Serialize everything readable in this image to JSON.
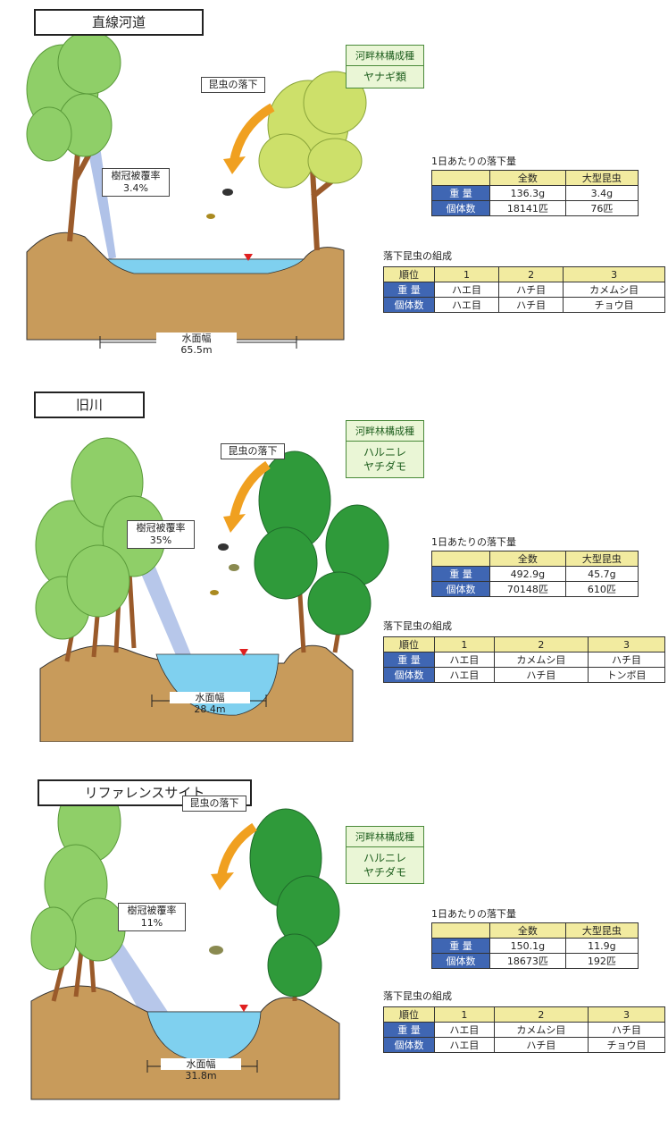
{
  "colors": {
    "bank": "#c89b5b",
    "water": "#7fd0ef",
    "tree_light": "#8fcf68",
    "tree_dark": "#2f9a3a",
    "arrow": "#f0a020",
    "header_fill": "#f2eba0",
    "rowhead_fill": "#3f66b3"
  },
  "panels": [
    {
      "title": "直線河道",
      "insect_fall_label": "昆虫の落下",
      "species_header": "河畔林構成種",
      "species_lines": [
        "ヤナギ類"
      ],
      "canopy_label": "樹冠被覆率",
      "canopy_value": "3.4%",
      "water_width_label": "水面幅",
      "water_width_value": "65.5m",
      "daily_caption": "1日あたりの落下量",
      "daily_headers": [
        "",
        "全数",
        "大型昆虫"
      ],
      "daily_rows": [
        [
          "重 量",
          "136.3g",
          "3.4g"
        ],
        [
          "個体数",
          "18141匹",
          "76匹"
        ]
      ],
      "comp_caption": "落下昆虫の組成",
      "comp_headers": [
        "順位",
        "1",
        "2",
        "3"
      ],
      "comp_rows": [
        [
          "重 量",
          "ハエ目",
          "ハチ目",
          "カメムシ目"
        ],
        [
          "個体数",
          "ハエ目",
          "ハチ目",
          "チョウ目"
        ]
      ]
    },
    {
      "title": "旧川",
      "insect_fall_label": "昆虫の落下",
      "species_header": "河畔林構成種",
      "species_lines": [
        "ハルニレ",
        "ヤチダモ"
      ],
      "canopy_label": "樹冠被覆率",
      "canopy_value": "35%",
      "water_width_label": "水面幅",
      "water_width_value": "28.4m",
      "daily_caption": "1日あたりの落下量",
      "daily_headers": [
        "",
        "全数",
        "大型昆虫"
      ],
      "daily_rows": [
        [
          "重 量",
          "492.9g",
          "45.7g"
        ],
        [
          "個体数",
          "70148匹",
          "610匹"
        ]
      ],
      "comp_caption": "落下昆虫の組成",
      "comp_headers": [
        "順位",
        "1",
        "2",
        "3"
      ],
      "comp_rows": [
        [
          "重 量",
          "ハエ目",
          "カメムシ目",
          "ハチ目"
        ],
        [
          "個体数",
          "ハエ目",
          "ハチ目",
          "トンボ目"
        ]
      ]
    },
    {
      "title": "リファレンスサイト",
      "insect_fall_label": "昆虫の落下",
      "species_header": "河畔林構成種",
      "species_lines": [
        "ハルニレ",
        "ヤチダモ"
      ],
      "canopy_label": "樹冠被覆率",
      "canopy_value": "11%",
      "water_width_label": "水面幅",
      "water_width_value": "31.8m",
      "daily_caption": "1日あたりの落下量",
      "daily_headers": [
        "",
        "全数",
        "大型昆虫"
      ],
      "daily_rows": [
        [
          "重 量",
          "150.1g",
          "11.9g"
        ],
        [
          "個体数",
          "18673匹",
          "192匹"
        ]
      ],
      "comp_caption": "落下昆虫の組成",
      "comp_headers": [
        "順位",
        "1",
        "2",
        "3"
      ],
      "comp_rows": [
        [
          "重 量",
          "ハエ目",
          "カメムシ目",
          "ハチ目"
        ],
        [
          "個体数",
          "ハエ目",
          "ハチ目",
          "チョウ目"
        ]
      ]
    }
  ]
}
